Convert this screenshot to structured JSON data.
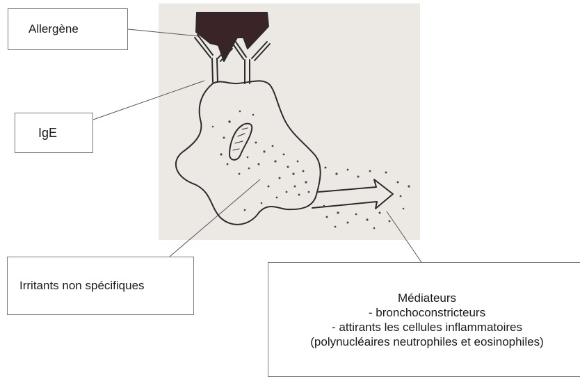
{
  "labels": {
    "allergen": "Allergène",
    "ige": "IgE",
    "irritants": "Irritants non spécifiques",
    "mediators_title": "Médiateurs",
    "mediators_items": [
      "- bronchoconstricteurs",
      "- attirants les cellules inflammatoires",
      "(polynucléaires neutrophiles et eosinophiles)"
    ]
  },
  "colors": {
    "paper": "#ece9e4",
    "ink": "#2d2a2b",
    "allergen_fill": "#3a2428",
    "leader_line": "#555555",
    "box_border": "#7a7a7a"
  }
}
